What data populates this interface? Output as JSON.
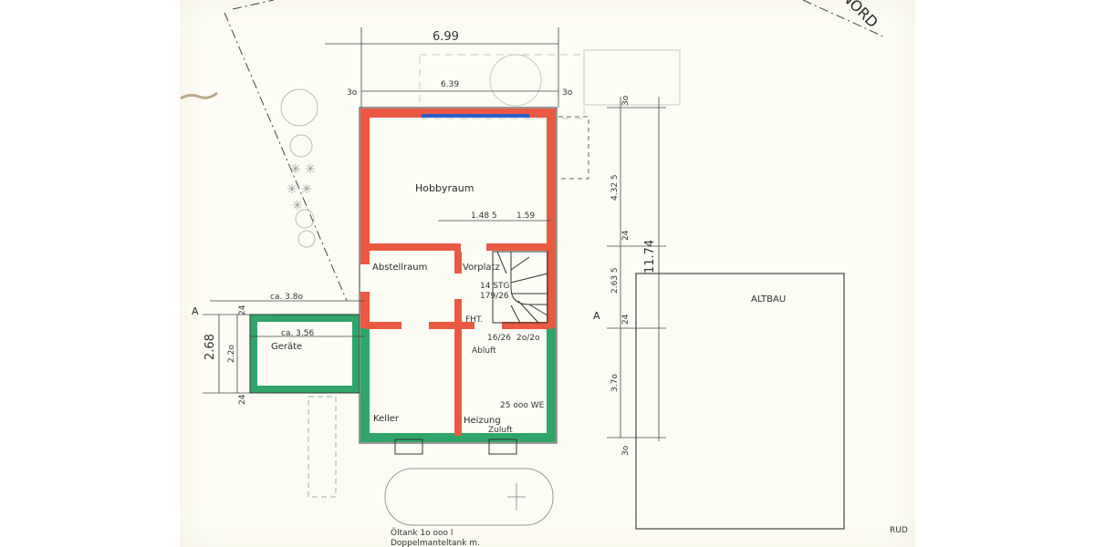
{
  "north_label": "NORD",
  "rooms": {
    "hobbyraum": "Hobbyraum",
    "abstellraum": "Abstellraum",
    "vorplatz": "Vorplatz",
    "keller": "Keller",
    "heizung": "Heizung",
    "geraete": "Geräte",
    "altbau": "ALTBAU"
  },
  "stair": {
    "count": "14 STG",
    "ratio": "179/26"
  },
  "labels": {
    "fht": "FHT.",
    "abluft": "Abluft",
    "zuluft": "Zuluft",
    "we": "25 ooo WE",
    "window_a": "16/26",
    "window_b": "2o/2o",
    "tank_1": "Öltank 1o ooo l",
    "tank_2": "Doppelmanteltank m.",
    "section_left": "A",
    "section_right": "A",
    "stamp": "RUD"
  },
  "dims": {
    "top_overall": "6.99",
    "top_inner": "6.39",
    "top_left_30": "3o",
    "top_right_30": "3o",
    "right_30_top": "3o",
    "right_4325": "4.32 5",
    "right_24_a": "24",
    "right_2635": "2.63 5",
    "right_24_b": "24",
    "right_370": "3.7o",
    "right_30_bot": "3o",
    "right_total": "11.74",
    "inner_1485": "1.48 5",
    "inner_159": "1.59",
    "left_380": "ca. 3.8o",
    "left_356": "ca. 3.56",
    "left_268": "2.68",
    "left_220": "2.2o",
    "left_24_top": "24",
    "left_24_bot": "24"
  }
}
